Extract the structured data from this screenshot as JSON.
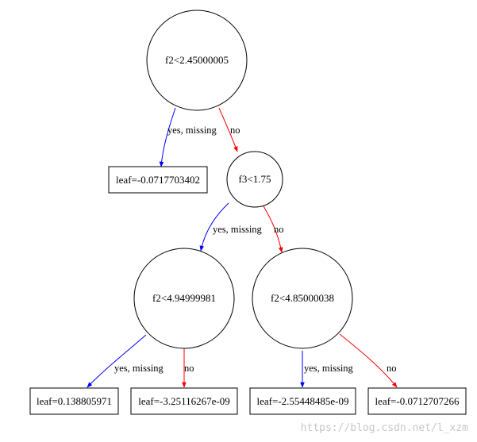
{
  "nodes": {
    "root": "f2<2.45000005",
    "leaf_a": "leaf=-0.0717703402",
    "split_f3": "f3<1.75",
    "split_left": "f2<4.94999981",
    "split_right": "f2<4.85000038",
    "leaf_b": "leaf=0.138805971",
    "leaf_c": "leaf=-3.25116267e-09",
    "leaf_d": "leaf=-2.55448485e-09",
    "leaf_e": "leaf=-0.0712707266"
  },
  "edge_labels": {
    "yes": "yes, missing",
    "no": "no"
  },
  "colors": {
    "yes_edge": "#0000ff",
    "no_edge": "#ff0000",
    "stroke": "#000000"
  },
  "watermark": "https://blog.csdn.net/l_xzm"
}
